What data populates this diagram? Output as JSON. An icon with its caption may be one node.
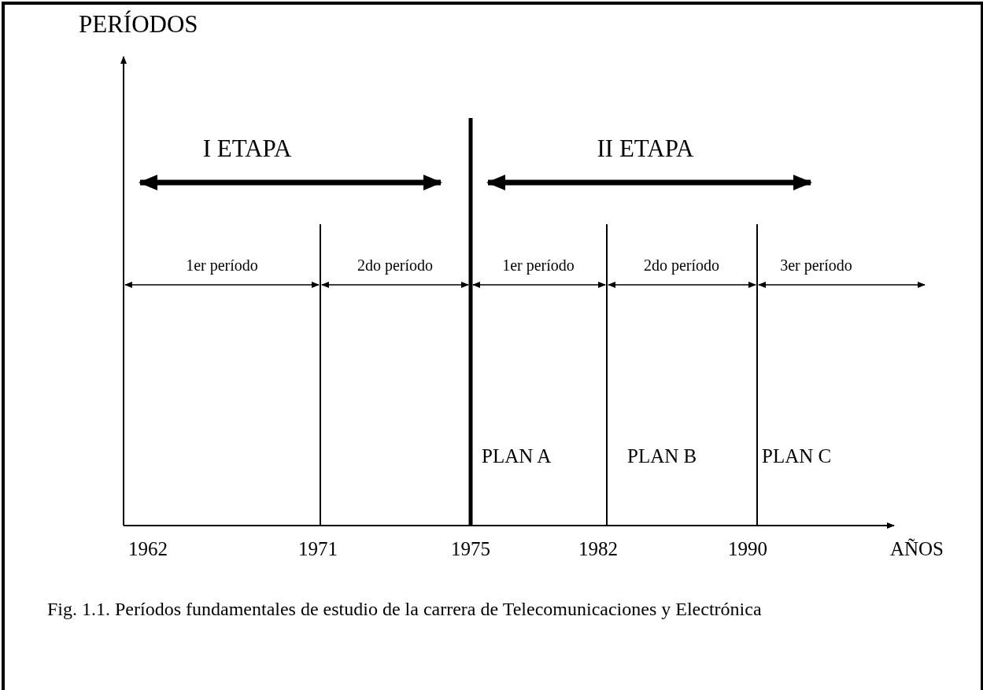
{
  "diagram": {
    "caption": "Fig. 1.1. Períodos fundamentales de estudio de la carrera de Telecomunicaciones y Electrónica",
    "labels": [
      "PERÍODOS",
      "I ETAPA",
      "II ETAPA",
      "1er período",
      "2do período",
      "1er período",
      "2do período",
      "3er período",
      "PLAN A",
      "PLAN B",
      "PLAN C",
      "1962",
      "1971",
      "1975",
      "1982",
      "1990",
      "AÑOS"
    ]
  }
}
